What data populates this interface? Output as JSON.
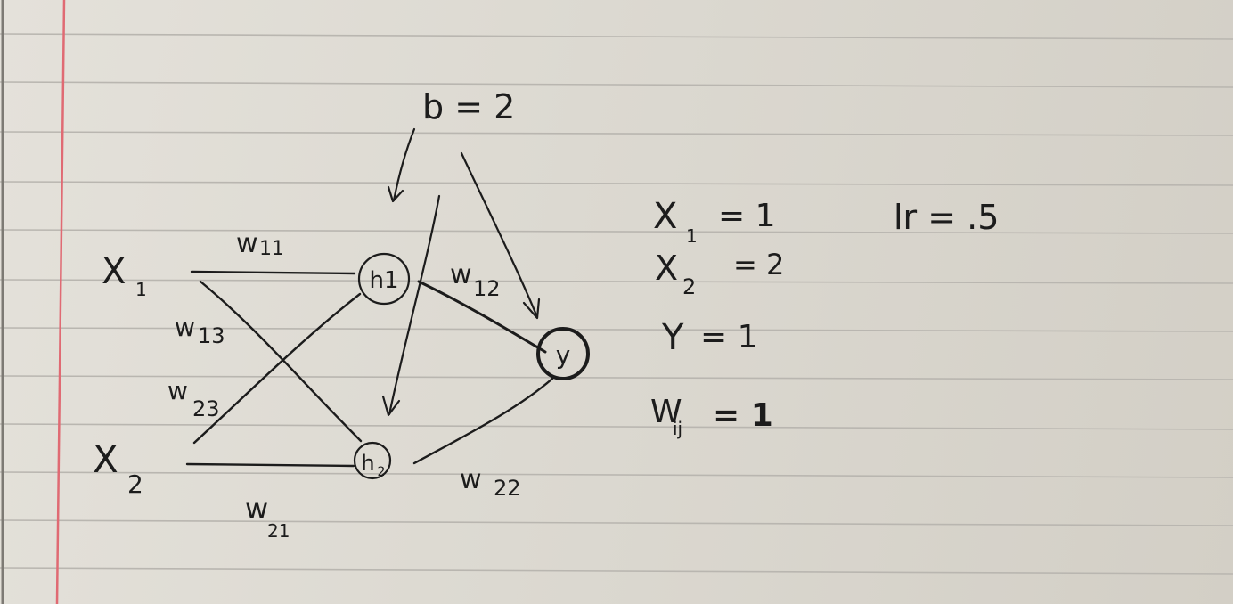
{
  "paper": {
    "rule_color": "#b9b6b0",
    "margin_color": "#e06a73",
    "ink_color": "#1c1c1c"
  },
  "bias": {
    "label": "b = 2"
  },
  "inputs": [
    {
      "id": "x1",
      "label": "X",
      "sub": "1"
    },
    {
      "id": "x2",
      "label": "X",
      "sub": "2"
    }
  ],
  "hidden": [
    {
      "id": "h1",
      "label": "h1"
    },
    {
      "id": "h2",
      "label": "h",
      "sub": "2"
    }
  ],
  "output": {
    "id": "y",
    "label": "y"
  },
  "weights": [
    {
      "label": "w",
      "sub": "11"
    },
    {
      "label": "w",
      "sub": "12"
    },
    {
      "label": "w",
      "sub": "13"
    },
    {
      "label": "w",
      "sub": "23"
    },
    {
      "label": "w",
      "sub": "21"
    },
    {
      "label": "w",
      "sub": "22"
    }
  ],
  "equations": [
    {
      "lhs": "X",
      "sub": "1",
      "rhs": "= 1"
    },
    {
      "lhs": "X",
      "sub": "2",
      "rhs": "= 2"
    },
    {
      "lhs": "Y",
      "sub": "",
      "rhs": "= 1"
    },
    {
      "lhs": "W",
      "sub": "ij",
      "rhs": "= 1"
    }
  ],
  "learning_rate": {
    "text": "lr = .5"
  }
}
